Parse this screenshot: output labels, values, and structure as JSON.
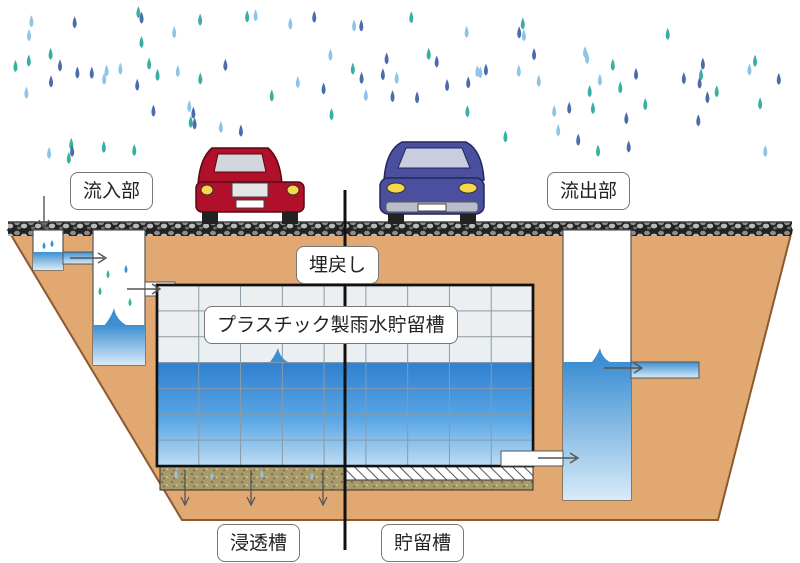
{
  "labels": {
    "inflow": "流入部",
    "outflow": "流出部",
    "backfill": "埋戻し",
    "tank": "プラスチック製雨水貯留槽",
    "infiltration": "浸透槽",
    "storage": "貯留槽"
  },
  "colors": {
    "soil": "#e2a872",
    "soil_edge": "#8a5a30",
    "water": "#3d8fd3",
    "water_light": "#cfe6f7",
    "grid": "#e9ecef",
    "gravel": "#a99a6c",
    "road": "#2b2b2b",
    "car_red": "#b0102a",
    "car_blue": "#4a4f9e",
    "rain_dark": "#4a6cae",
    "rain_teal": "#3aaea2",
    "rain_light": "#8ec4e8"
  },
  "icons": [
    "raindrop-icon",
    "red-car-icon",
    "blue-car-icon",
    "flow-arrow-icon"
  ]
}
